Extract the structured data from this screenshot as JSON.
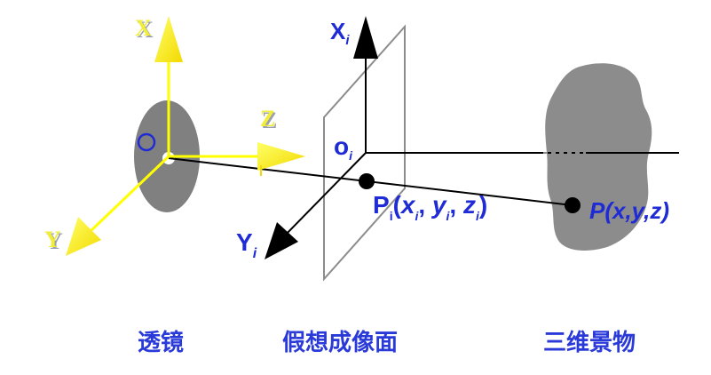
{
  "lens_axes": {
    "x": "X",
    "y": "Y",
    "z": "Z",
    "origin": "O"
  },
  "image_plane_axes": {
    "x": "X",
    "x_sub": "i",
    "y": "Y",
    "y_sub": "i",
    "origin": "o",
    "origin_sub": "i"
  },
  "points": {
    "image_point": {
      "P": "P",
      "P_sub": "i",
      "open": "(",
      "x": "x",
      "x_sub": "i",
      "y": "y",
      "y_sub": "i",
      "z": "z",
      "z_sub": "i",
      "close": ")"
    },
    "world_point": "P(x,y,z)"
  },
  "captions": {
    "lens": "透镜",
    "image_plane": "假想成像面",
    "scene": "三维景物"
  },
  "colors": {
    "axis_yellow": "#ffff00",
    "label_blue": "#1f2bd4",
    "shape_gray": "#8c8c8c",
    "line_black": "#000000"
  }
}
